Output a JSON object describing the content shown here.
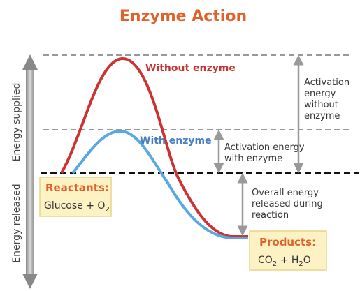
{
  "title": "Enzyme Action",
  "axis": {
    "supplied_label": "Energy supplied",
    "released_label": "Energy released"
  },
  "curves": {
    "without_label": "Without enzyme",
    "with_label": "With enzyme",
    "without_color": "#cc3333",
    "with_color": "#5aa8e0"
  },
  "annotations": {
    "activation_without": [
      "Activation",
      "energy",
      "without",
      "enzyme"
    ],
    "activation_with": [
      "Activation energy",
      "with enzyme"
    ],
    "overall": [
      "Overall energy",
      "released during",
      "reaction"
    ]
  },
  "reactants": {
    "heading": "Reactants:",
    "text_main": "Glucose + O",
    "text_sub": "2"
  },
  "products": {
    "heading": "Products:",
    "co_main": "CO",
    "co_sub": "2",
    "plus": " + ",
    "h_main": "H",
    "h_sub": "2",
    "o": "O"
  },
  "colors": {
    "title": "#e0622a",
    "box_fill": "#fdf2c4",
    "box_stroke": "#e8d48a"
  }
}
